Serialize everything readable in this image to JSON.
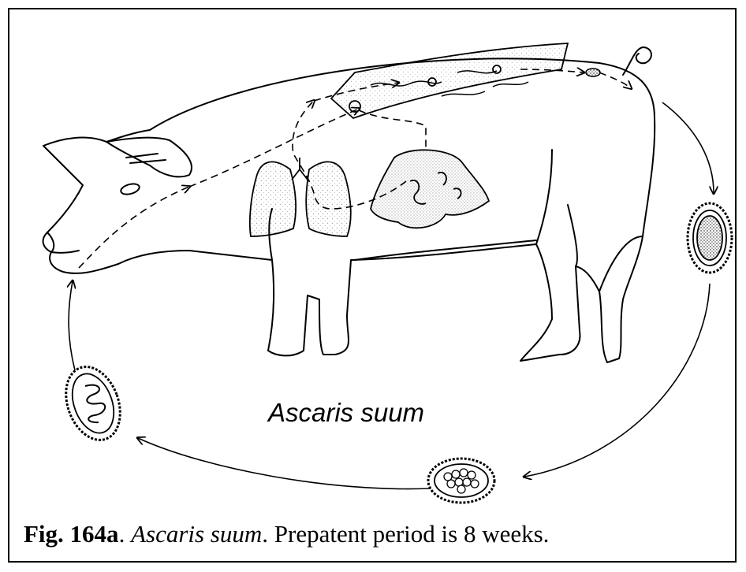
{
  "figure": {
    "species_label": "Ascaris suum",
    "caption": {
      "number": "Fig. 164a",
      "sep1": ". ",
      "species": "Ascaris suum",
      "sep2": ". ",
      "text": "Prepatent period is 8 weeks."
    }
  }
}
